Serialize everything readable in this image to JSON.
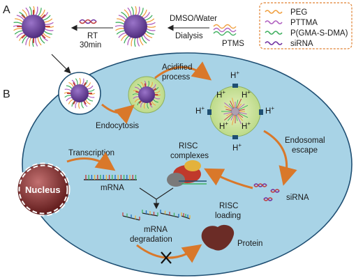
{
  "panels": {
    "a": "A",
    "b": "B"
  },
  "legend": {
    "items": [
      {
        "label": "PEG",
        "color": "#f0a040"
      },
      {
        "label": "PTTMA",
        "color": "#b060c0"
      },
      {
        "label": "P(GMA-S-DMA)",
        "color": "#40b060"
      },
      {
        "label": "siRNA",
        "color": "#7030a0"
      }
    ]
  },
  "panel_a": {
    "rt_label": "RT",
    "time_label": "30min",
    "solvent_label": "DMSO/Water",
    "process_label": "Dialysis",
    "polymer_label": "PTMS"
  },
  "panel_b": {
    "endocytosis": "Endocytosis",
    "acidified_line1": "Acidified",
    "acidified_line2": "process",
    "proton": "H",
    "proton_charge": "+",
    "endosomal_line1": "Endosomal",
    "endosomal_line2": "escape",
    "sirna": "siRNA",
    "risc_loading_line1": "RISC",
    "risc_loading_line2": "loading",
    "risc_complex_line1": "RISC",
    "risc_complex_line2": "complexes",
    "transcription": "Transcription",
    "nucleus": "Nucleus",
    "mrna": "mRNA",
    "degradation_line1": "mRNA",
    "degradation_line2": "degradation",
    "protein": "Protein"
  },
  "colors": {
    "cell_fill": "#a8d3e6",
    "cell_stroke": "#1f4f73",
    "nanoparticle": "#6a3f9c",
    "endosome": "#cfe5a0",
    "arrow": "#d9782a",
    "nucleus": "#7a2a2a",
    "protein": "#6b2c26",
    "legend_border": "#e08030"
  }
}
